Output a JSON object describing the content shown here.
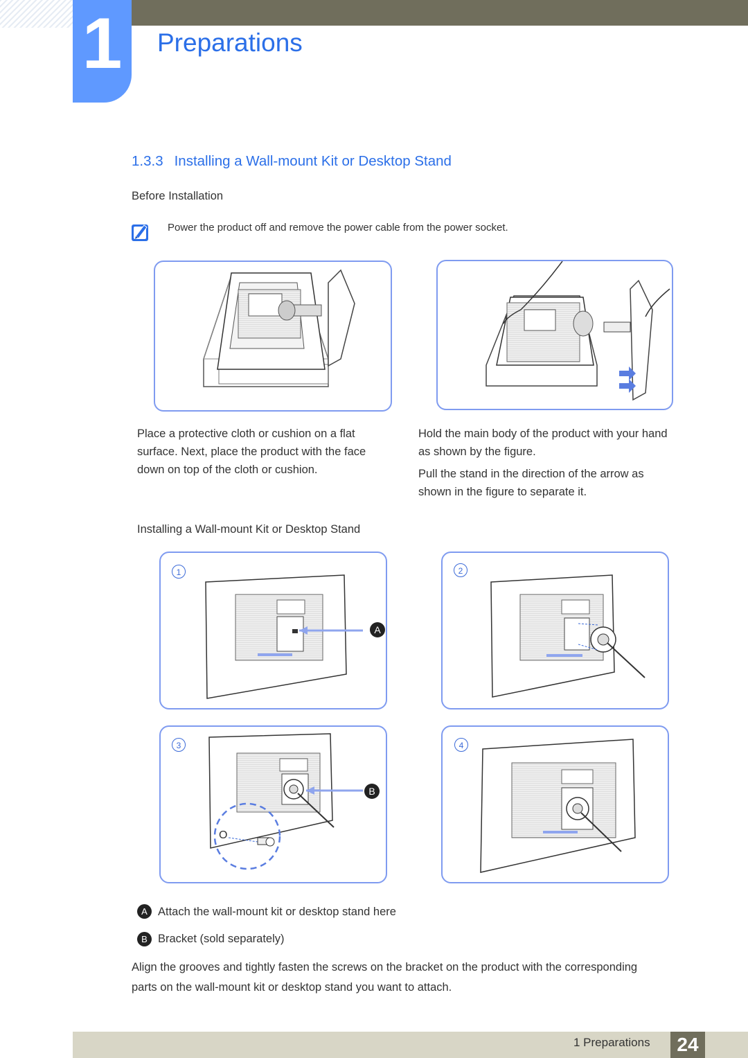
{
  "chapter": {
    "number": "1",
    "title": "Preparations"
  },
  "section": {
    "number": "1.3.3",
    "title": "Installing a Wall-mount Kit or Desktop Stand"
  },
  "before_installation": {
    "heading": "Before Installation",
    "note": "Power the product off and remove the power cable from the power socket.",
    "left_caption": [
      "Place a protective cloth or cushion on a flat",
      "surface. Next, place the product with the face",
      "down on top of the cloth or cushion."
    ],
    "right_caption_1": [
      "Hold the main body of the product with your hand",
      "as shown by the figure."
    ],
    "right_caption_2": [
      "Pull the stand in the direction of the arrow as",
      "shown in the figure to separate it."
    ]
  },
  "installing": {
    "heading": "Installing a Wall-mount Kit or Desktop Stand",
    "steps": [
      "1",
      "2",
      "3",
      "4"
    ],
    "callouts": {
      "a": "A",
      "b": "B"
    },
    "screw_label": "O"
  },
  "legend": {
    "a_label": "A",
    "a_text": "Attach the wall-mount kit or desktop stand here",
    "b_label": "B",
    "b_text": "Bracket (sold separately)"
  },
  "instruction": [
    "Align the grooves and tightly fasten the screws on the bracket on the product with the corresponding",
    "parts on the wall-mount kit or desktop stand you want to attach."
  ],
  "footer": {
    "chapter_label": "1 Preparations",
    "page_number": "24"
  },
  "colors": {
    "accent": "#2b6fe8",
    "chapter_box": "#5f99ff",
    "bar": "#706e5c",
    "footer_bg": "#d8d6c6",
    "panel_border": "#7f9bf0"
  }
}
